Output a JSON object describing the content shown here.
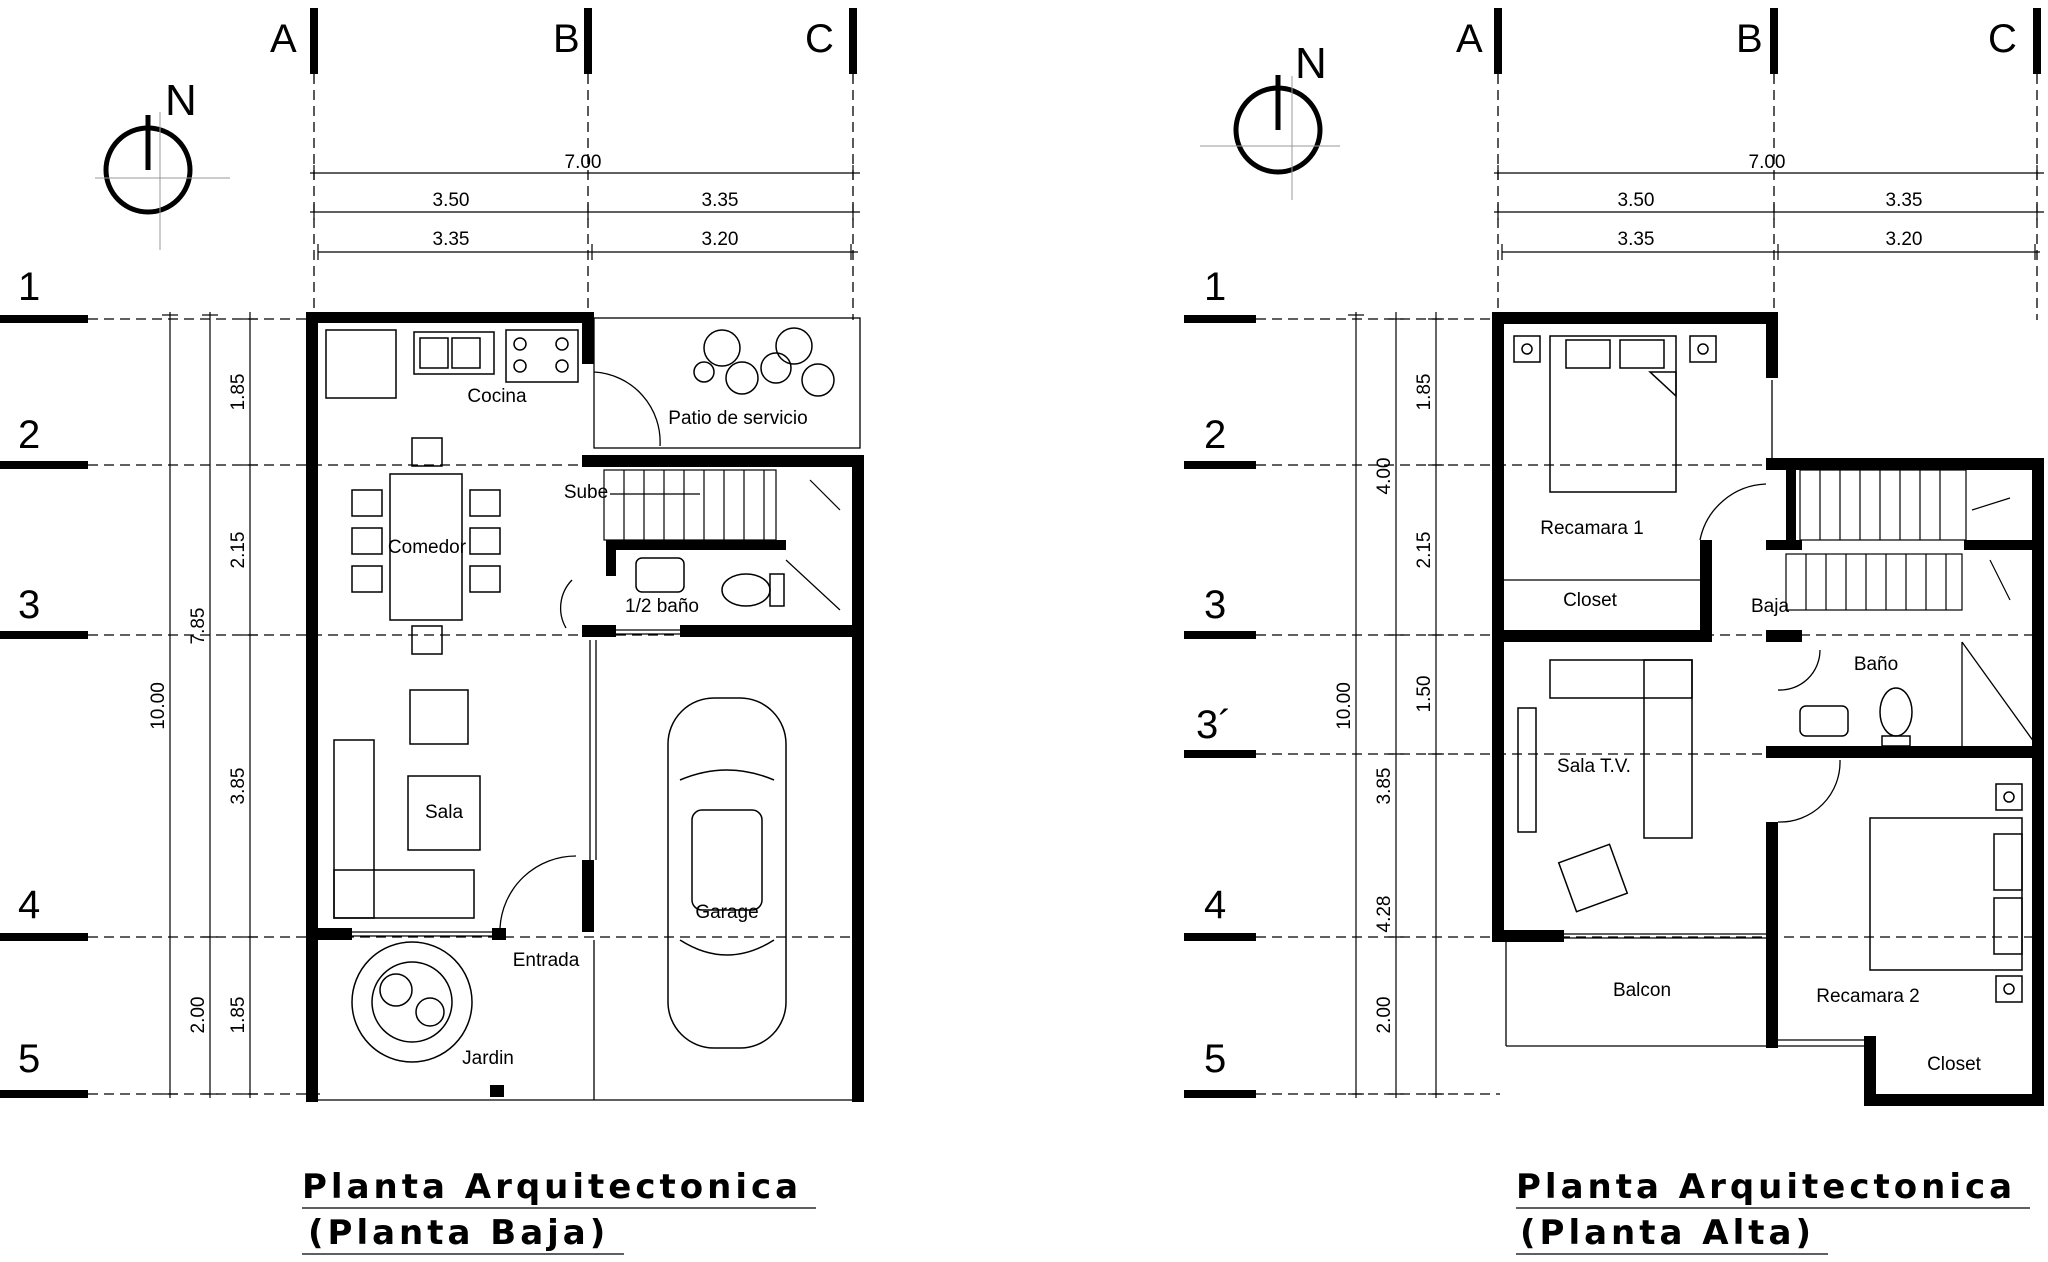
{
  "north_label": "N",
  "axis_letters": [
    "A",
    "B",
    "C"
  ],
  "axis_numbers_ground": [
    "1",
    "2",
    "3",
    "4",
    "5"
  ],
  "axis_numbers_upper": [
    "1",
    "2",
    "3",
    "3´",
    "4",
    "5"
  ],
  "dims": {
    "total_width": "7.00",
    "axis_ab": "3.50",
    "axis_bc": "3.35",
    "inner_ab": "3.35",
    "inner_bc": "3.20",
    "v_1_2": "1.85",
    "v_2_3": "2.15",
    "v_3_4": "3.85",
    "v_4_5": "1.85",
    "v_1_4_total": "7.85",
    "v_total": "10.00",
    "v_4_5_outer": "2.00",
    "v_1_3": "4.00",
    "v_3_3p": "1.50",
    "v_3p_4": "3.85",
    "v_3p_5": "4.28"
  },
  "ground_floor": {
    "title": "Planta Arquitectonica",
    "subtitle": "(Planta Baja)",
    "rooms": {
      "kitchen": "Cocina",
      "service_patio": "Patio de servicio",
      "stairs_up": "Sube",
      "dining": "Comedor",
      "half_bath": "1/2  baño",
      "living": "Sala",
      "garage": "Garage",
      "entrance": "Entrada",
      "garden": "Jardin"
    }
  },
  "upper_floor": {
    "title": "Planta Arquitectonica",
    "subtitle": "(Planta Alta)",
    "rooms": {
      "bedroom1": "Recamara 1",
      "closet1": "Closet",
      "stairs_down": "Baja",
      "bath": "Baño",
      "tv_room": "Sala T.V.",
      "balcony": "Balcon",
      "bedroom2": "Recamara 2",
      "closet2": "Closet"
    }
  }
}
